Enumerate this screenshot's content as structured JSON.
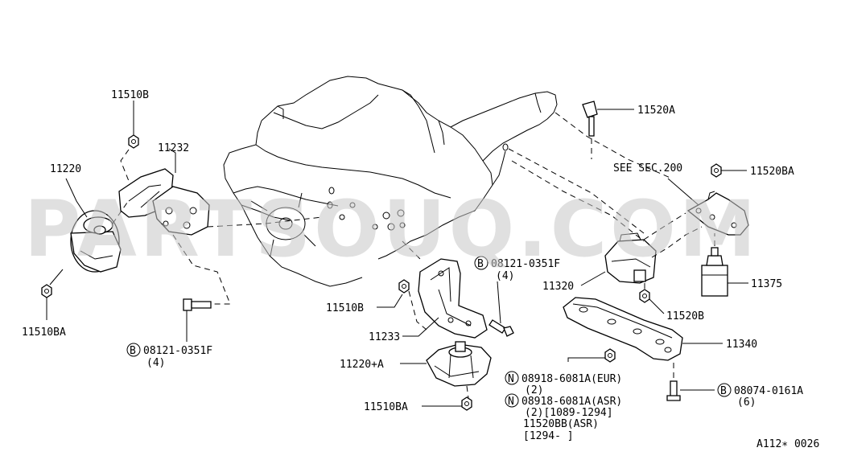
{
  "watermark": "PARTSOUQ.COM",
  "labels": {
    "p11510B_top": "11510B",
    "p11232": "11232",
    "p11220": "11220",
    "p11510BA_left": "11510BA",
    "bolt_left_code": "08121-0351F",
    "bolt_left_qty": "(4)",
    "p11520A": "11520A",
    "see_sec": "SEE SEC.200",
    "p11520BA": "11520BA",
    "p11375": "11375",
    "p11320": "11320",
    "p11520B": "11520B",
    "bolt_mid_code": "08121-0351F",
    "bolt_mid_qty": "(4)",
    "p11510B_mid": "11510B",
    "p11233": "11233",
    "p11220A": "11220+A",
    "p11510BA_bottom": "11510BA",
    "p11340": "11340",
    "nut_eur_code": "08918-6081A(EUR)",
    "nut_eur_qty": "(2)",
    "nut_asr_code": "08918-6081A(ASR)",
    "nut_asr_qty": "(2)[1089-1294]",
    "p11520BB": "11520BB(ASR)",
    "p11520BB_range": "[1294-     ]",
    "bolt_right_code": "08074-0161A",
    "bolt_right_qty": "(6)",
    "diagram_code": "A112∗ 0026"
  },
  "prefixes": {
    "bolt": "B",
    "nut": "N"
  }
}
